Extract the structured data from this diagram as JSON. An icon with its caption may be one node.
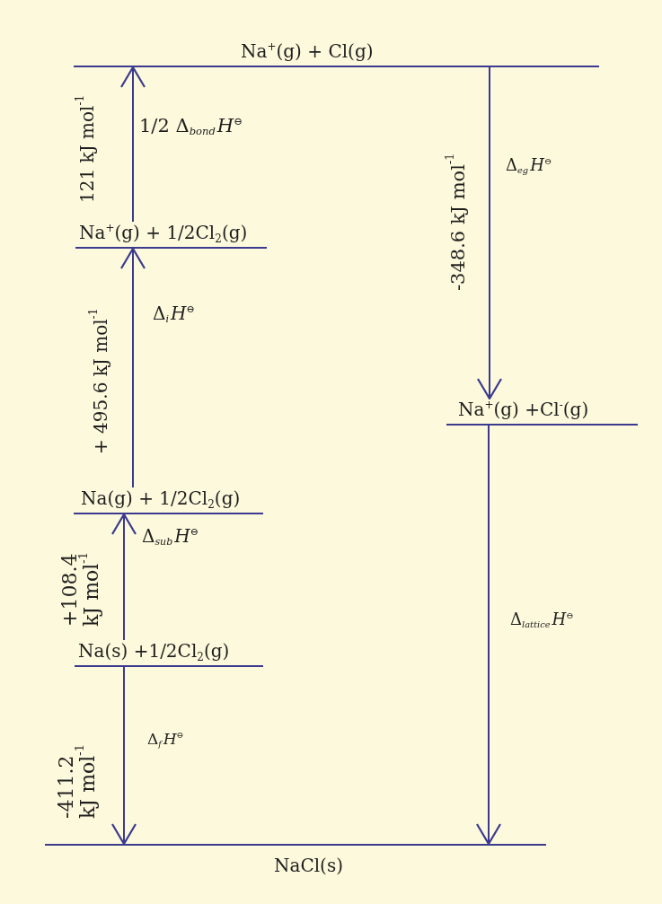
{
  "diagram": {
    "nodes": [
      {
        "text": [
          "Na$^{+}$(g) + Cl(g)"
        ]
      },
      {
        "text": [
          "Na$^{+}$(g) + 1/2Cl$_{2}$(g)"
        ]
      },
      {
        "text": [
          "Na$^{+}$(g) +Cl$^{-}$(g)"
        ]
      },
      {
        "text": [
          "Na(g) + 1/2Cl$_{2}$(g)"
        ]
      },
      {
        "text": [
          "Na(s) +1/2Cl$_{2}$(g)"
        ]
      },
      {
        "text": [
          "NaCl(s)"
        ]
      }
    ],
    "edges": [
      {
        "from": 1,
        "to": 0,
        "arrow": "to",
        "label": "1/2 Δ$_{bond}$*H*$^{⊖}$"
      },
      {
        "from": 3,
        "to": 1,
        "arrow": "to",
        "label": "Δ$_{i}$*H*$^{⊖}$"
      },
      {
        "from": 4,
        "to": 3,
        "arrow": "to",
        "label": "Δ$_{sub}$*H*$^{⊖}$"
      },
      {
        "from": 4,
        "to": 5,
        "arrow": "to",
        "label": "Δ$_{f}$*H*$^{⊖}$"
      },
      {
        "from": 0,
        "to": 2,
        "arrow": "to",
        "label": "Δ$_{eg}$*H*$^{⊖}$"
      },
      {
        "from": 2,
        "to": 5,
        "arrow": "to",
        "label": "Δ$_{lattice}$*H*$^{⊖}$"
      }
    ],
    "labels": [
      "121 kJ mol$^{-1}$",
      "-348.6 kJ mol$^{-1}$",
      "+ 495.6 kJ mol$^{-1}$",
      "+108.4 kJ mol$^{-1}$",
      "-411.2 kJ mol$^{-1}$"
    ]
  }
}
